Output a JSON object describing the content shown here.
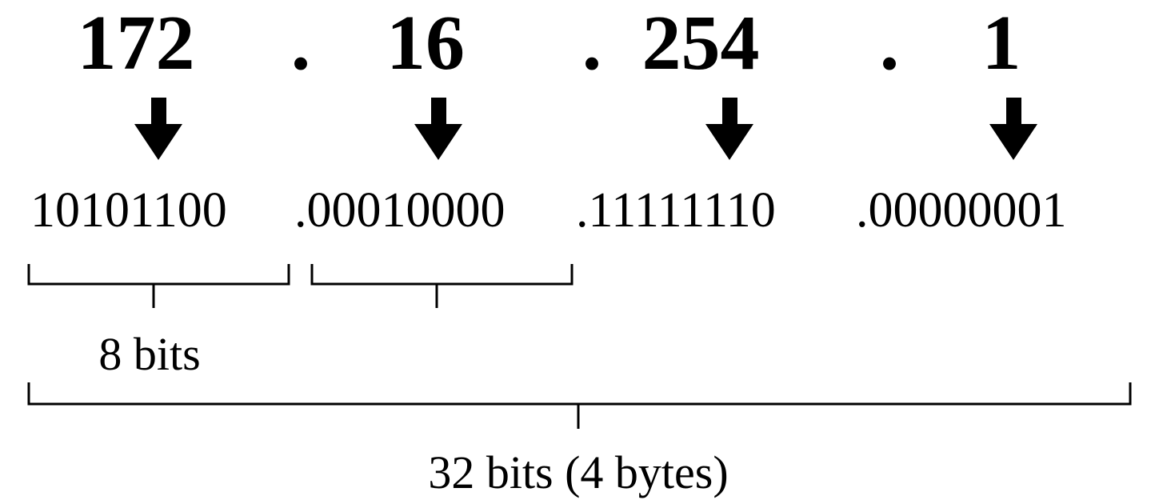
{
  "octets": [
    {
      "decimal": "172",
      "binary": "10101100"
    },
    {
      "decimal": "16",
      "binary": ".00010000"
    },
    {
      "decimal": "254",
      "binary": ".11111110"
    },
    {
      "decimal": "1",
      "binary": ".00000001"
    }
  ],
  "separator": ".",
  "byte_label": "8 bits",
  "total_label": "32 bits (4 bytes)",
  "colors": {
    "ink": "#000000",
    "background": "#ffffff"
  }
}
